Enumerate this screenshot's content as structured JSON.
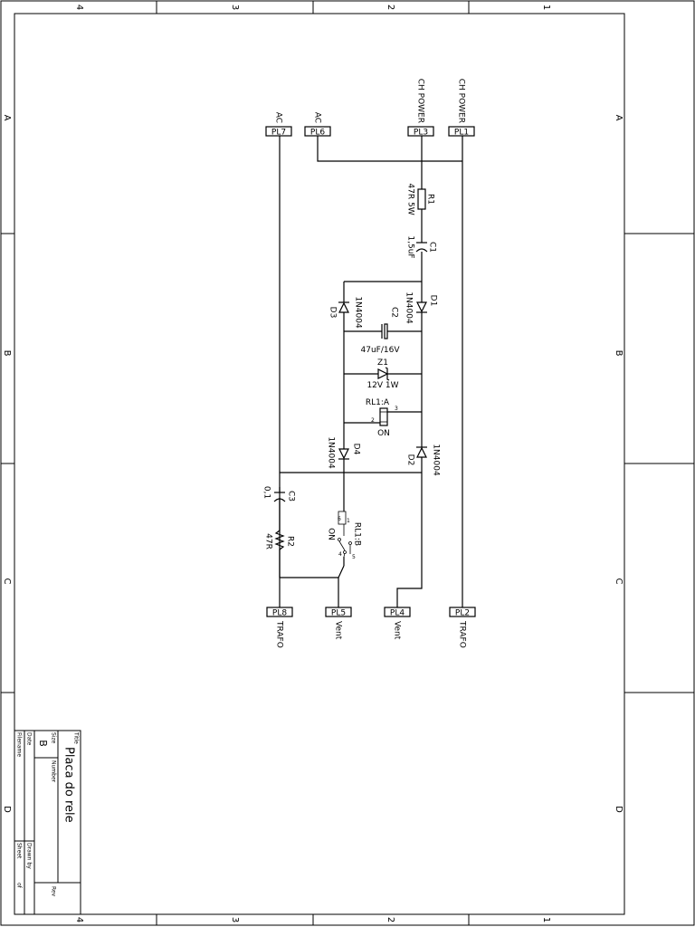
{
  "border": {
    "columns": [
      "4",
      "3",
      "2",
      "1"
    ],
    "rows": [
      "A",
      "B",
      "C",
      "D"
    ]
  },
  "connectors": {
    "PL1": {
      "ref": "PL1",
      "net": "CH POWER"
    },
    "PL3": {
      "ref": "PL3",
      "net": "CH POWER"
    },
    "PL6": {
      "ref": "PL6",
      "net": "AC"
    },
    "PL7": {
      "ref": "PL7",
      "net": "AC"
    },
    "PL8": {
      "ref": "PL8",
      "net": "TRAFO"
    },
    "PL5": {
      "ref": "PL5",
      "net": "Vent"
    },
    "PL4": {
      "ref": "PL4",
      "net": "Vent"
    },
    "PL2": {
      "ref": "PL2",
      "net": "TRAFO"
    }
  },
  "components": {
    "R1": {
      "ref": "R1",
      "value": "47R 5W"
    },
    "C1": {
      "ref": "C1",
      "value": "1,5uF"
    },
    "D1": {
      "ref": "D1",
      "value": "1N4004"
    },
    "D3": {
      "ref": "D3",
      "value": "1N4004"
    },
    "C2": {
      "ref": "C2",
      "value": "47uF/16V"
    },
    "Z1": {
      "ref": "Z1",
      "value": "12V 1W"
    },
    "RL1A": {
      "ref": "RL1:A",
      "state": "ON",
      "pin2": "2",
      "pin3": "3"
    },
    "D4": {
      "ref": "D4",
      "value": "1N4004"
    },
    "D2": {
      "ref": "D2",
      "value": "1N4004"
    },
    "C3": {
      "ref": "C3",
      "value": "0,1"
    },
    "R2": {
      "ref": "R2",
      "value": "47R"
    },
    "RL1B": {
      "ref": "RL1:B",
      "state": "ON",
      "pin1": "1",
      "pin6": "6",
      "pin4": "4",
      "pin5": "5"
    }
  },
  "title_block": {
    "title_label": "Title",
    "title": "Placa do rele",
    "size_label": "Size",
    "size": "B",
    "number_label": "Number",
    "rev_label": "Rev",
    "date_label": "Date",
    "filename_label": "Filename",
    "drawn_by_label": "Drawn by",
    "sheet_label": "Sheet",
    "of_label": "of"
  }
}
